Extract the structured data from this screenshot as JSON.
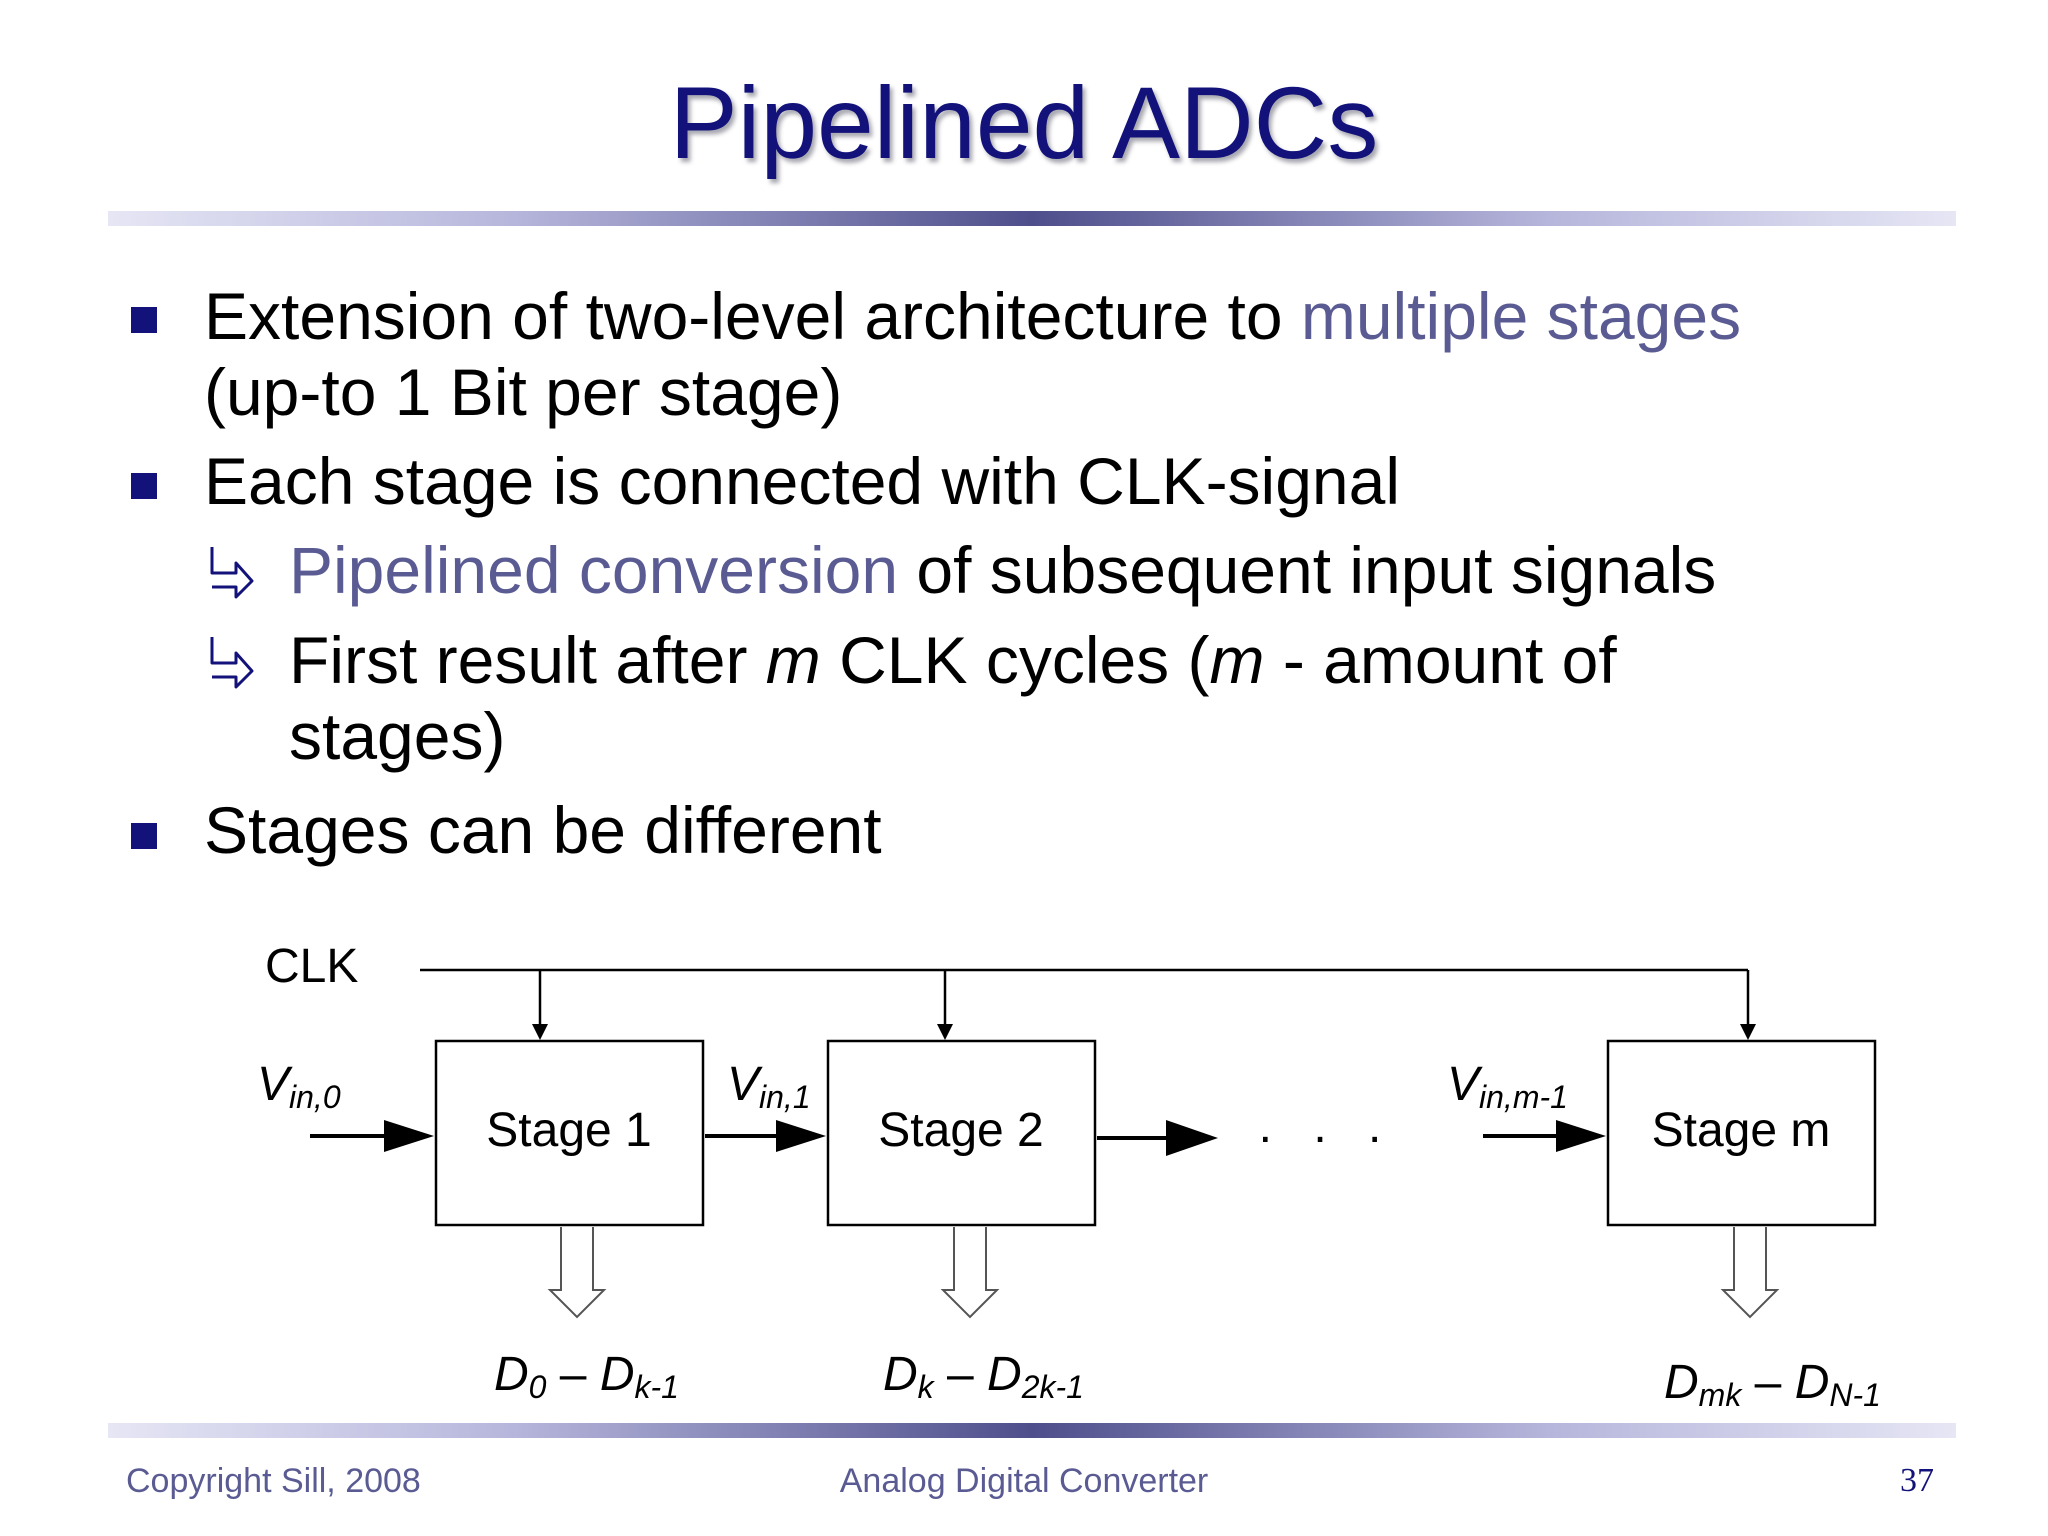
{
  "slide": {
    "title": "Pipelined ADCs"
  },
  "bullets": {
    "b1_part1": "Extension of two-level architecture to ",
    "b1_accent": "multiple stages",
    "b1_line2": "(up-to 1 Bit per stage)",
    "b2": "Each stage is connected with CLK-signal",
    "sub1_accent": "Pipelined conversion",
    "sub1_rest": " of subsequent input signals",
    "sub2_part1": "First result after ",
    "sub2_m1": "m",
    "sub2_part2": " CLK cycles (",
    "sub2_m2": "m",
    "sub2_part3": " - amount of",
    "sub2_line2": "stages)",
    "b3": "Stages can be different"
  },
  "diagram": {
    "clk_label": "CLK",
    "stages": [
      "Stage 1",
      "Stage 2",
      "Stage m"
    ],
    "ellipsis": ". . .",
    "inputs": [
      {
        "main": "V",
        "sub": "in,0"
      },
      {
        "main": "V",
        "sub": "in,1"
      },
      {
        "main": "V",
        "sub": "in,m-1"
      }
    ],
    "outputs": [
      {
        "a": "D",
        "a_sub": "0",
        "dash": " – ",
        "b": "D",
        "b_sub": "k-1"
      },
      {
        "a": "D",
        "a_sub": "k",
        "dash": " – ",
        "b": "D",
        "b_sub": "2k-1"
      },
      {
        "a": "D",
        "a_sub": "mk",
        "dash": " – ",
        "b": "D",
        "b_sub": "N-1"
      }
    ]
  },
  "footer": {
    "copyright": "Copyright Sill, 2008",
    "center": "Analog Digital Converter",
    "page": "37"
  },
  "colors": {
    "title": "#12127a",
    "accent": "#5b5b94"
  }
}
